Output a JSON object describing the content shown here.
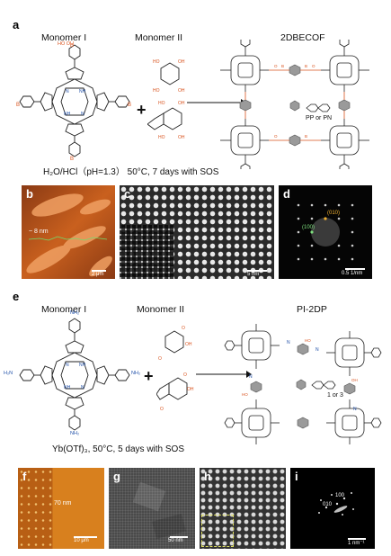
{
  "panels": {
    "a": {
      "letter": "a",
      "monomer1": "Monomer I",
      "monomer2": "Monomer II",
      "product": "2DBECOF",
      "legend_text": "PP or PN",
      "conditions": "H₂O/HCl（pH=1.3） 50°C, 7 days with SOS"
    },
    "b": {
      "letter": "b",
      "annotation": "~ 8 nm",
      "scale": "2 μm"
    },
    "c": {
      "letter": "c",
      "scale": "5 nm"
    },
    "d": {
      "letter": "d",
      "spot1": "(010)",
      "spot2": "(100)",
      "scale": "0.5 1/nm"
    },
    "e": {
      "letter": "e",
      "monomer1": "Monomer I",
      "monomer2": "Monomer II",
      "product": "PI-2DP",
      "legend_text": "1 or 3",
      "conditions": "Yb(OTf)₃, 50°C, 5 days with SOS"
    },
    "f": {
      "letter": "f",
      "annotation": "70 nm",
      "scale": "10 μm"
    },
    "g": {
      "letter": "g",
      "scale": "50 nm"
    },
    "h": {
      "letter": "h"
    },
    "i": {
      "letter": "i",
      "spot1": "100",
      "spot2": "010",
      "scale": "1 nm⁻¹"
    }
  },
  "chem": {
    "boronic": "B",
    "oh": "OH",
    "ho": "HO",
    "nh": "NH",
    "n": "N",
    "nh2": "NH₂",
    "h2n": "H₂N",
    "o": "O"
  },
  "colors": {
    "accent_orange": "#d9531e",
    "accent_blue": "#1f4fa8",
    "hexagon_grey": "#9a9a9a"
  }
}
